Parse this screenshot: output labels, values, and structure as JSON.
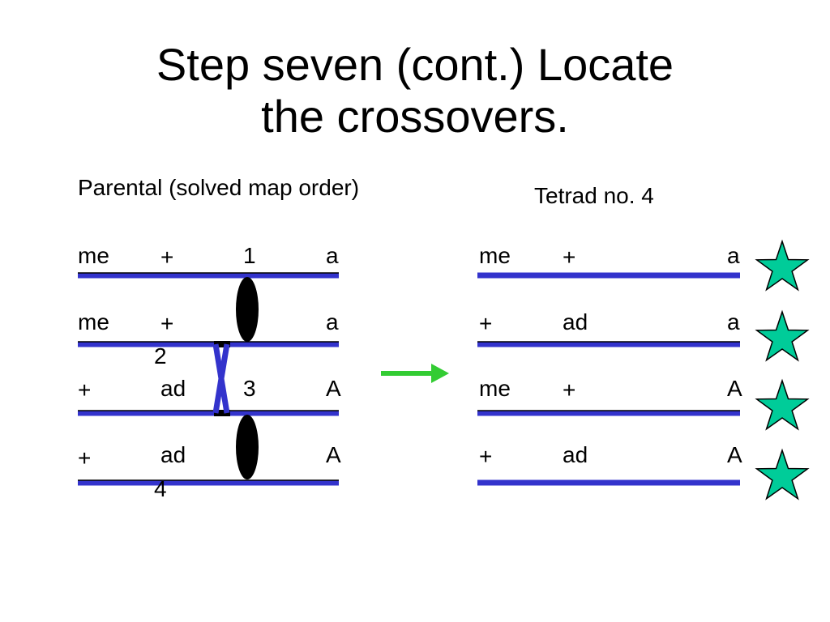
{
  "title": {
    "line1": "Step seven (cont.) Locate",
    "line2": "the crossovers."
  },
  "parental": {
    "heading": "Parental (solved map order)",
    "chromatids": [
      {
        "col1": "me",
        "col2": "+",
        "col3": "a"
      },
      {
        "col1": "me",
        "col2": "+",
        "col3": "a"
      },
      {
        "col1": "+",
        "col2": "ad",
        "col3": "A"
      },
      {
        "col1": "+",
        "col2": "ad",
        "col3": "A"
      }
    ],
    "numbers": [
      "1",
      "2",
      "3",
      "4"
    ]
  },
  "tetrad": {
    "heading": "Tetrad no. 4",
    "chromatids": [
      {
        "col1": "me",
        "col2": "+",
        "col3": "a"
      },
      {
        "col1": "+",
        "col2": "ad",
        "col3": "a"
      },
      {
        "col1": "me",
        "col2": "+",
        "col3": "A"
      },
      {
        "col1": "+",
        "col2": "ad",
        "col3": "A"
      }
    ]
  },
  "colors": {
    "chromatid": "#3333cc",
    "centromere": "#000000",
    "arrow": "#33cc33",
    "star_fill": "#00cc99",
    "star_stroke": "#000000"
  },
  "icons": {
    "arrow": "right-arrow-icon",
    "star": "star-icon"
  }
}
